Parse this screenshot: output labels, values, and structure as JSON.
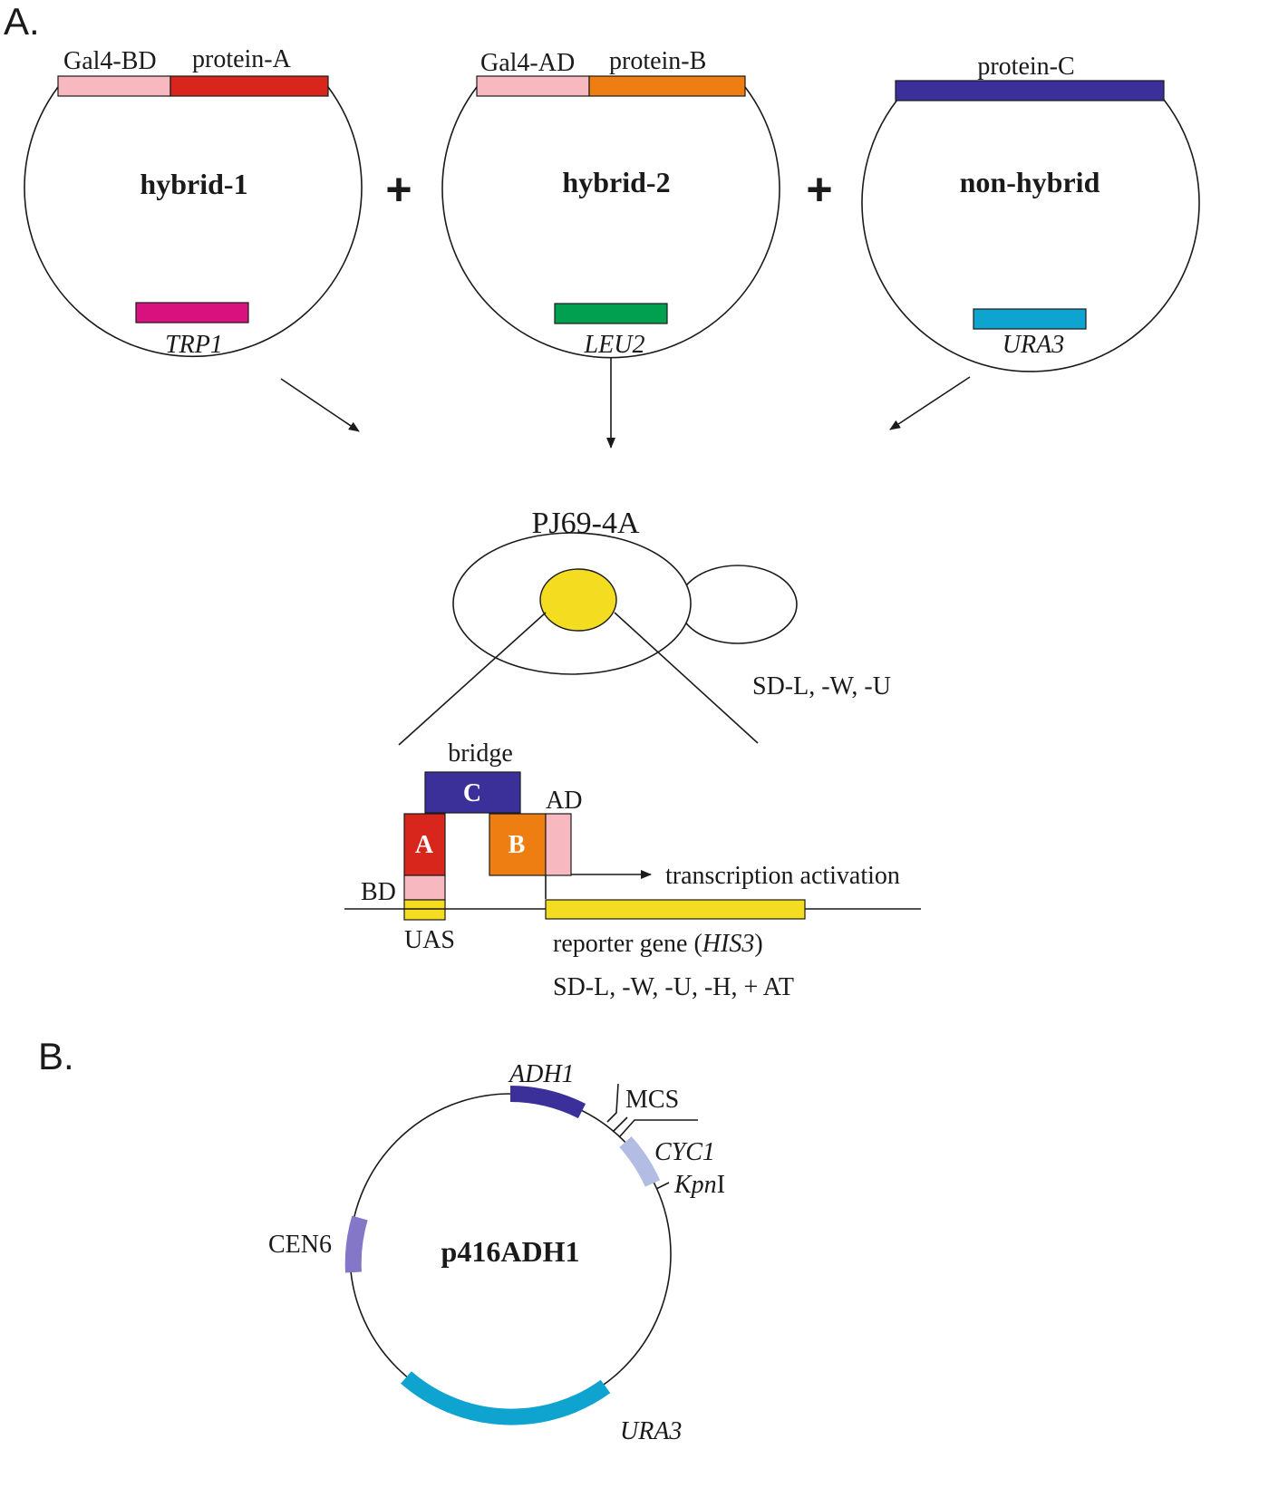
{
  "panel_a": {
    "label": "A.",
    "plasmids": [
      {
        "name": "hybrid-1",
        "segments": [
          "Gal4-BD",
          "protein-A"
        ],
        "marker": "TRP1"
      },
      {
        "name": "hybrid-2",
        "segments": [
          "Gal4-AD",
          "protein-B"
        ],
        "marker": "LEU2"
      },
      {
        "name": "non-hybrid",
        "segments": [
          "protein-C"
        ],
        "marker": "URA3"
      }
    ],
    "plus": "+",
    "strain": "PJ69-4A",
    "medium_1": "SD-L, -W, -U",
    "complex": {
      "bridge_label": "bridge",
      "box_c": "C",
      "box_a": "A",
      "box_b": "B",
      "ad_label": "AD",
      "bd_label": "BD",
      "uas_label": "UAS",
      "activation_label": "transcription activation",
      "reporter_prefix": "reporter gene (",
      "reporter_gene": "HIS3",
      "reporter_suffix": ")",
      "medium_2": "SD-L, -W, -U, -H, + AT"
    }
  },
  "panel_b": {
    "label": "B.",
    "plasmid_name": "p416ADH1",
    "features": {
      "adh1": "ADH1",
      "mcs": "MCS",
      "cyc1": "CYC1",
      "kpn_italic": "Kpn",
      "kpn_roman": "I",
      "cen6": "CEN6",
      "ura3": "URA3"
    }
  },
  "colors": {
    "light_pink": "#f7b8c0",
    "red": "#d9261c",
    "orange": "#ee7d12",
    "dark_purple": "#3b2f9a",
    "magenta": "#d9117f",
    "green": "#00a051",
    "cyan": "#0fa3d0",
    "yellow": "#f4dd21",
    "light_blue": "#b3bde4",
    "lavender": "#8577c7"
  }
}
